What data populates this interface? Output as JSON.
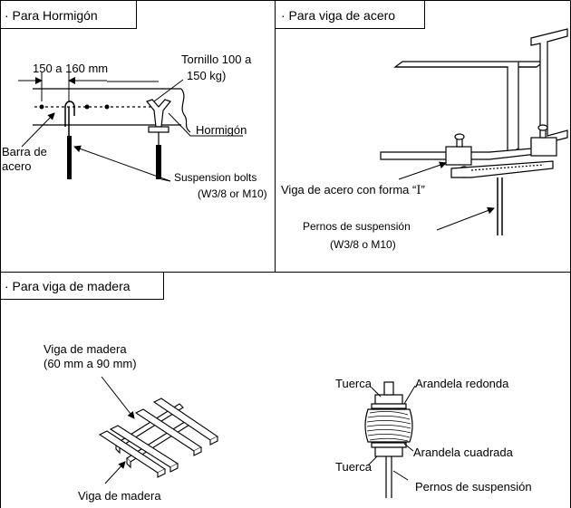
{
  "concrete": {
    "title": "· Para Hormigón",
    "dimension": "150 a 160 mm",
    "screw_line1": "Tornillo 100 a",
    "screw_line2": "150 kg)",
    "concrete_label": "Hormigón",
    "rebar_line1": "Barra de",
    "rebar_line2": "acero",
    "bolts_line1": "Suspension bolts",
    "bolts_line2": "(W3/8 or M10)"
  },
  "steel": {
    "title": "· Para viga de acero",
    "ibeam_label": "Viga de acero con forma “",
    "ibeam_symbol": "I",
    "ibeam_close": "”",
    "bolts_line1": "Pernos de suspensión",
    "bolts_line2": "(W3/8 o M10)"
  },
  "wood": {
    "title": "· Para viga de madera",
    "beam_top_line1": "Viga de madera",
    "beam_top_line2": "(60 mm a 90 mm)",
    "beam_bottom": "Viga de madera",
    "nut_top": "Tuerca",
    "nut_bottom": "Tuerca",
    "round_washer": "Arandela redonda",
    "square_washer": "Arandela cuadrada",
    "bolts": "Pernos de suspensión"
  }
}
